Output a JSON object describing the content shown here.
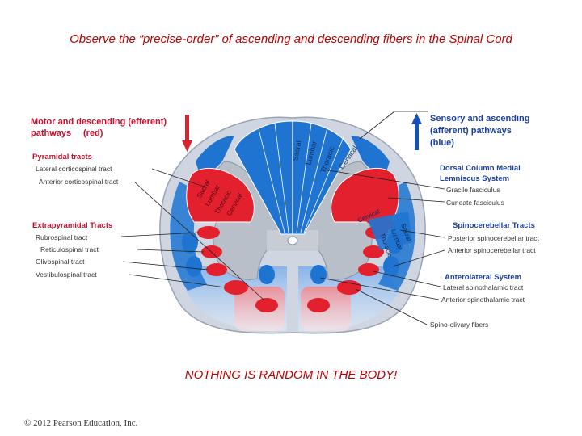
{
  "title": "Observe the “precise-order” of ascending and descending fibers in the Spinal Cord",
  "footer_text": "NOTHING IS RANDOM IN THE BODY!",
  "credit": "© 2012 Pearson Education, Inc.",
  "colors": {
    "motor": "#e3202e",
    "sensory": "#1f74d1",
    "heading_red": "#c8102e",
    "heading_blue": "#1a3fa0",
    "title_red": "#c00000"
  },
  "motor_heading": {
    "line1": "Motor and descending (efferent)",
    "line2": "pathways",
    "line3": "(red)"
  },
  "sensory_heading": {
    "line1": "Sensory and ascending",
    "line2": "(afferent) pathways",
    "line3": "(blue)"
  },
  "pyramidal": {
    "heading": "Pyramidal tracts",
    "items": [
      "Lateral corticospinal tract",
      "Anterior corticospinal tract"
    ]
  },
  "extrapyramidal": {
    "heading": "Extrapyramidal Tracts",
    "items": [
      "Rubrospinal tract",
      "Reticulospinal tract",
      "Olivospinal tract",
      "Vestibulospinal tract"
    ]
  },
  "dorsal_column": {
    "heading_line1": "Dorsal Column Medial",
    "heading_line2": "Lemniscus System",
    "items": [
      "Gracile fasciculus",
      "Cuneate fasciculus"
    ]
  },
  "spinocerebellar": {
    "heading": "Spinocerebellar Tracts",
    "items": [
      "Posterior spinocerebellar tract",
      "Anterior spinocerebellar tract"
    ]
  },
  "anterolateral": {
    "heading": "Anterolateral System",
    "items": [
      "Lateral spinothalamic tract",
      "Anterior spinothalamic tract",
      "Spino-olivary fibers"
    ]
  },
  "segments_dorsal": [
    "Sacral",
    "Lumbar",
    "Thoracic",
    "Cervical"
  ],
  "segments_lateral_corticospinal": [
    "Sacral",
    "Lumbar",
    "Thoracic",
    "Cervical"
  ],
  "segments_anterolateral": [
    "Cervical",
    "Thoracic",
    "Lumbar",
    "Sacral"
  ]
}
